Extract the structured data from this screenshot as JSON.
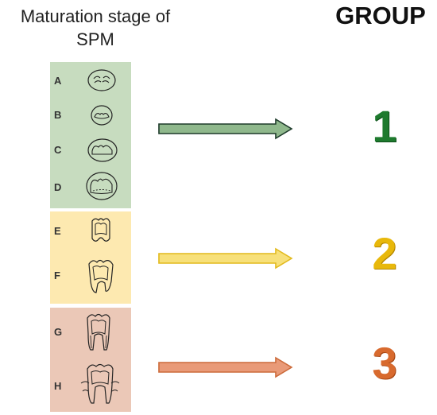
{
  "header": {
    "stage_title_line1": "Maturation stage of",
    "stage_title_line2": "SPM",
    "group_title": "GROUP"
  },
  "stages": [
    "A",
    "B",
    "C",
    "D",
    "E",
    "F",
    "G",
    "H"
  ],
  "groups": [
    {
      "label": "1",
      "stages": [
        "A",
        "B",
        "C",
        "D"
      ],
      "panel_color": "#c7dcbf",
      "arrow_color": "#8fb88c",
      "number_color": "#1e7a2e"
    },
    {
      "label": "2",
      "stages": [
        "E",
        "F"
      ],
      "panel_color": "#fde9b0",
      "arrow_color": "#f7e07a",
      "number_color": "#e8b80b"
    },
    {
      "label": "3",
      "stages": [
        "G",
        "H"
      ],
      "panel_color": "#ebc8b7",
      "arrow_color": "#e99a78",
      "number_color": "#d86a2e"
    }
  ]
}
